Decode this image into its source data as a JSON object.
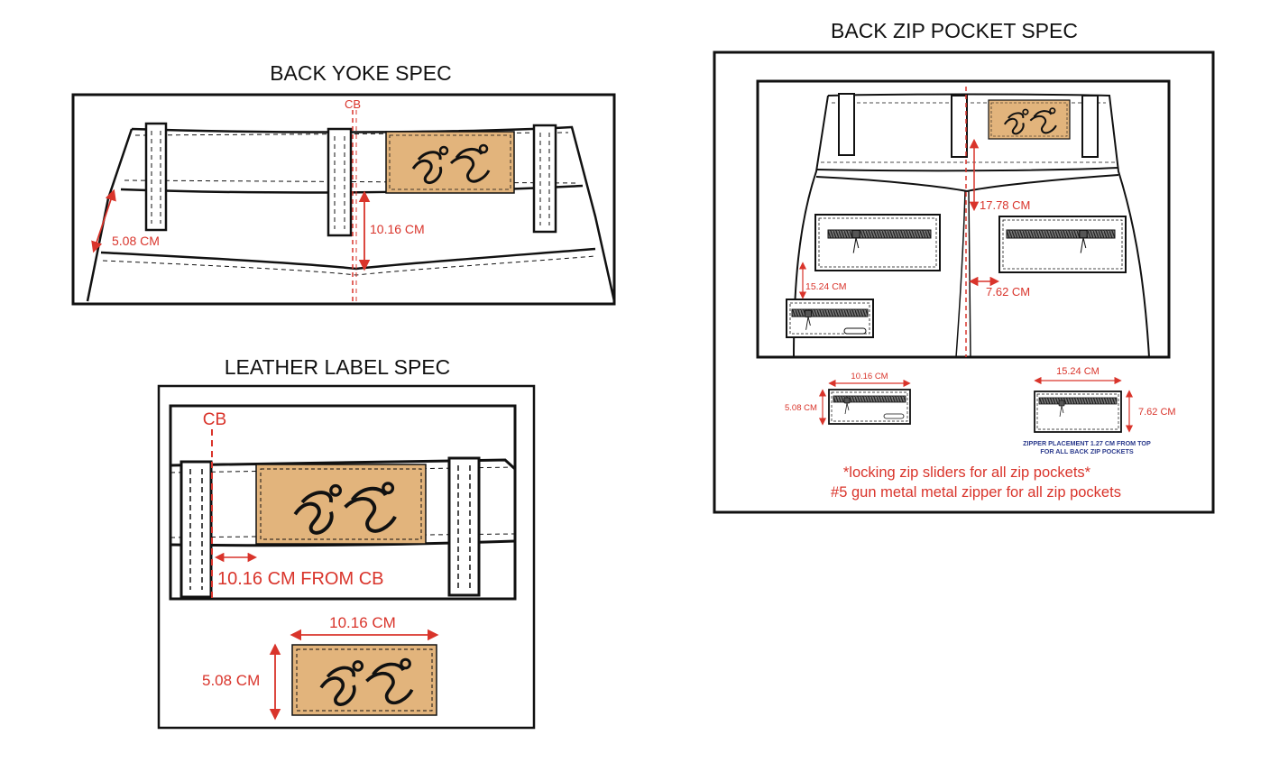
{
  "titles": {
    "back_yoke": "BACK YOKE SPEC",
    "leather_label": "LEATHER LABEL SPEC",
    "back_zip_pocket": "BACK ZIP POCKET SPEC"
  },
  "back_yoke": {
    "cb": "CB",
    "yoke_height": "5.08 CM",
    "cb_drop": "10.16 CM"
  },
  "leather_label": {
    "cb": "CB",
    "from_cb": "10.16 CM FROM CB",
    "label_width": "10.16 CM",
    "label_height": "5.08 CM"
  },
  "back_zip_pocket": {
    "from_waist": "17.78 CM",
    "from_cb": "7.62 CM",
    "side_pocket": "15.24 CM",
    "small_width": "10.16 CM",
    "small_height": "5.08 CM",
    "large_width": "15.24 CM",
    "large_height": "7.62 CM",
    "zipper_note_1": "ZIPPER PLACEMENT 1.27 CM FROM TOP",
    "zipper_note_2": "FOR ALL BACK ZIP POCKETS",
    "note_1": "*locking zip sliders for all zip pockets*",
    "note_2": "#5 gun metal metal zipper for all zip pockets"
  },
  "colors": {
    "dimension": "#d9342b",
    "leather": "#e2b47c",
    "outline": "#111111"
  }
}
